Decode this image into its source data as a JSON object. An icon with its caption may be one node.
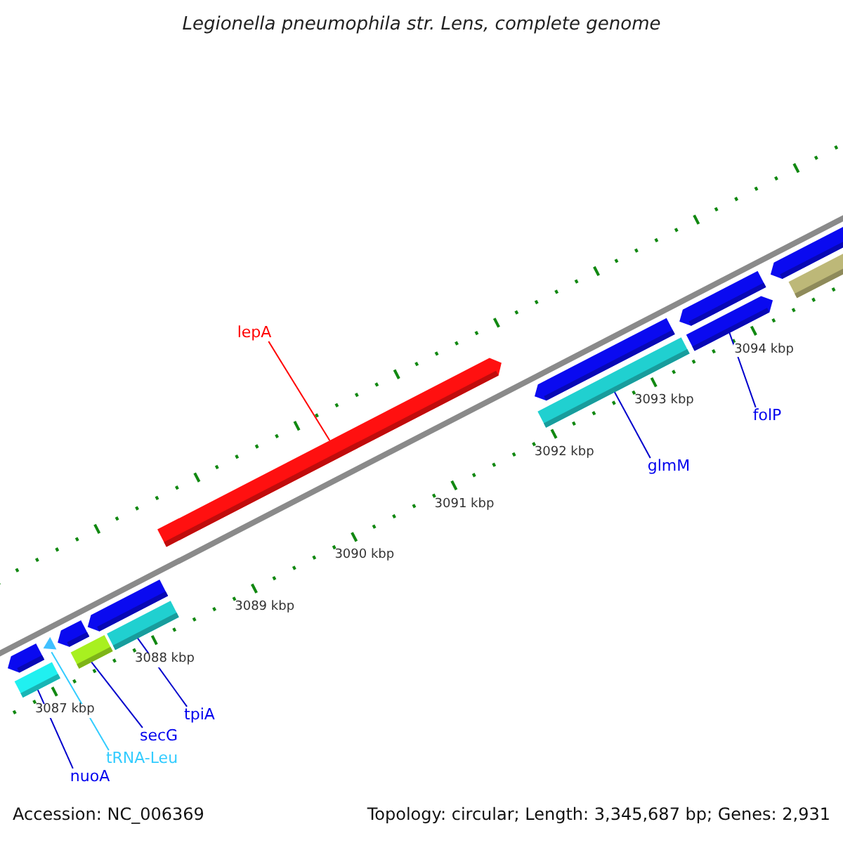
{
  "diagram": {
    "title": "Legionella pneumophila str. Lens, complete genome",
    "nodes": [
      {
        "text": [
          "lepA"
        ]
      },
      {
        "text": [],
        "shape": "bar"
      },
      {
        "text": [
          "glmM"
        ]
      },
      {
        "text": [],
        "shape": "bar"
      },
      {
        "text": [
          "folP"
        ]
      },
      {
        "text": [],
        "shape": "bar"
      },
      {
        "text": [
          "tpiA"
        ]
      },
      {
        "text": [],
        "shape": "bar"
      },
      {
        "text": [
          "secG"
        ]
      },
      {
        "text": [],
        "shape": "bar"
      },
      {
        "text": [
          "tRNA-Leu"
        ]
      },
      {
        "text": [],
        "shape": "triangle"
      },
      {
        "text": [
          "nuoA"
        ]
      },
      {
        "text": [],
        "shape": "bar"
      }
    ],
    "edges": [
      {
        "from": 0,
        "to": 1,
        "arrow": "none",
        "color": "#ff0000"
      },
      {
        "from": 2,
        "to": 3,
        "arrow": "none"
      },
      {
        "from": 4,
        "to": 5,
        "arrow": "none"
      },
      {
        "from": 6,
        "to": 7,
        "arrow": "none"
      },
      {
        "from": 8,
        "to": 9,
        "arrow": "none"
      },
      {
        "from": 10,
        "to": 11,
        "arrow": "none",
        "color": "#33ccff"
      },
      {
        "from": 12,
        "to": 13,
        "arrow": "none"
      }
    ],
    "labels": [
      "3087 kbp",
      "3088 kbp",
      "3089 kbp",
      "3090 kbp",
      "3091 kbp",
      "3092 kbp",
      "3093 kbp",
      "3094 kbp",
      "Accession: NC_006369",
      "Topology: circular; Length: 3,345,687 bp; Genes: 2,931"
    ]
  }
}
